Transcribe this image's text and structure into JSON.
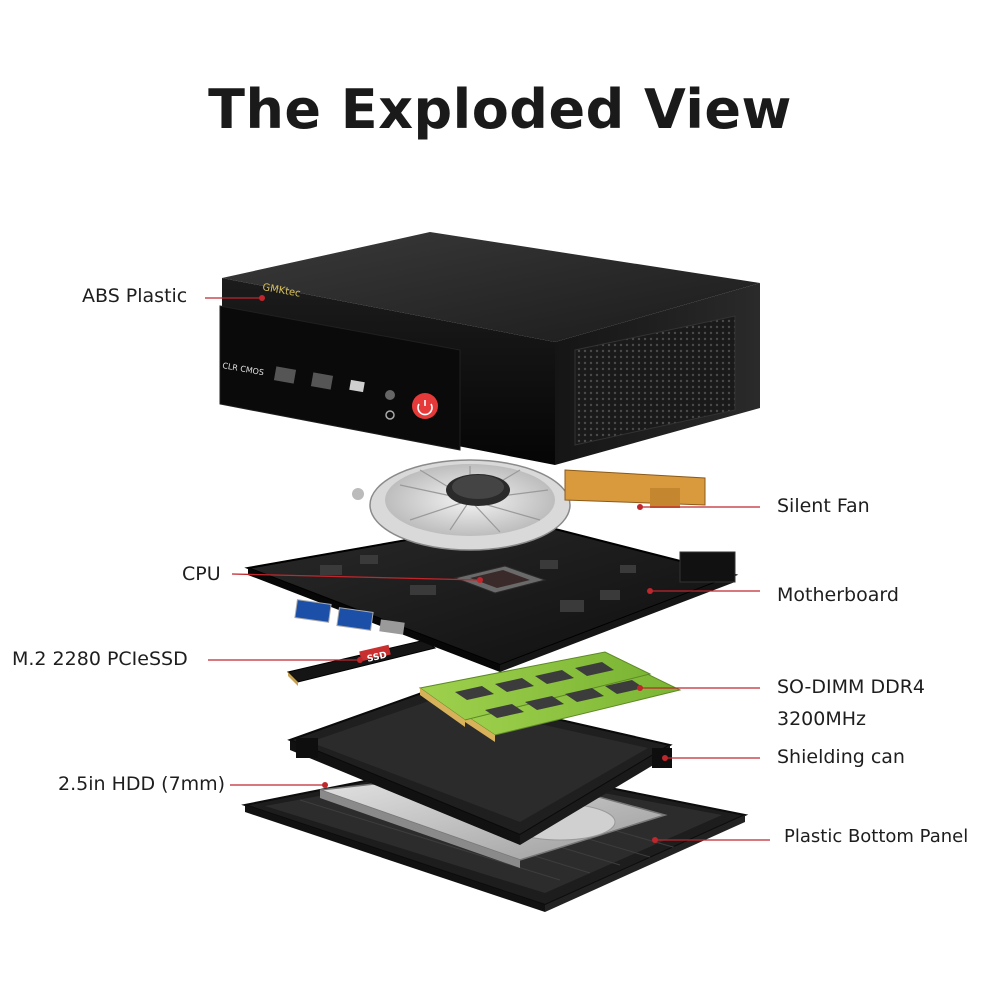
{
  "title": "The Exploded View",
  "colors": {
    "leader_line": "#c0272d",
    "device_body": "#111111",
    "power_button": "#e63a3a",
    "ram_pcb": "#8cc63f",
    "fan_copper": "#d99a3e"
  },
  "device": {
    "brand_text": "GMKtec",
    "clr_cmos": "CLR CMOS",
    "ssd_text": "SSD"
  },
  "labels": {
    "abs_plastic": "ABS Plastic",
    "silent_fan": "Silent Fan",
    "cpu": "CPU",
    "motherboard": "Motherboard",
    "ssd": "M.2 2280 PCIeSSD",
    "ram_line1": "SO-DIMM DDR4",
    "ram_line2": "3200MHz",
    "shielding": "Shielding can",
    "hdd": "2.5in HDD (7mm)",
    "bottom_panel": "Plastic Bottom Panel"
  }
}
